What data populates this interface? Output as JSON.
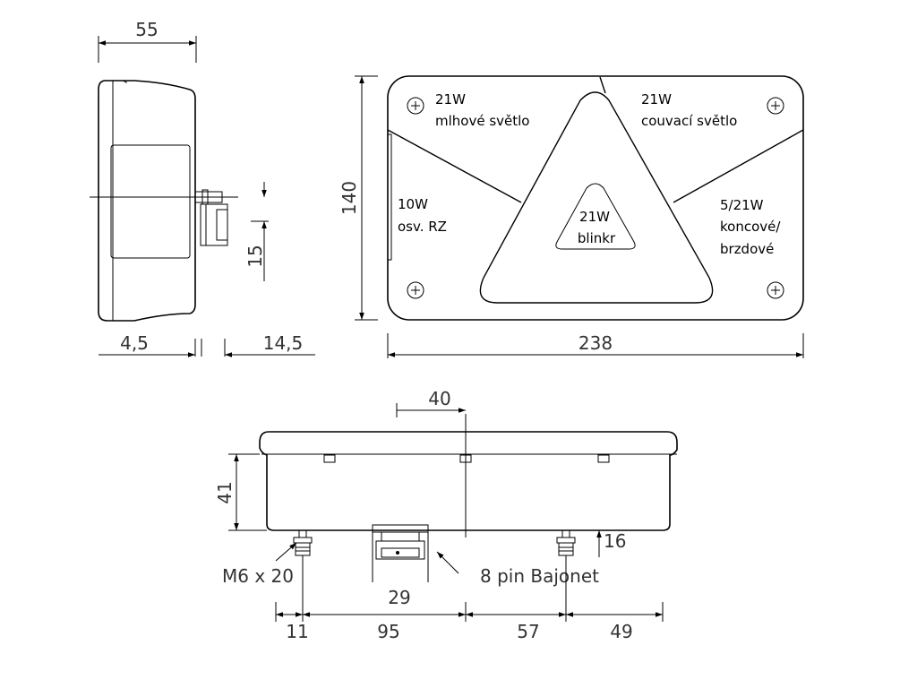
{
  "side_view": {
    "dims": {
      "width_top": "55",
      "left_bottom": "4,5",
      "right_bottom": "14,5",
      "connector_offset": "15"
    }
  },
  "front_view": {
    "dims": {
      "height": "140",
      "width": "238"
    },
    "zones": {
      "fog": {
        "watt": "21W",
        "name": "mlhové světlo"
      },
      "reverse": {
        "watt": "21W",
        "name": "couvací světlo"
      },
      "plate": {
        "watt": "10W",
        "name": "osv. RZ"
      },
      "tail": {
        "watt": "5/21W",
        "name_line1": "koncové/",
        "name_line2": "brzdové"
      },
      "indicator": {
        "watt": "21W",
        "name": "blinkr"
      }
    }
  },
  "bottom_view": {
    "dims": {
      "center_offset": "40",
      "height": "41",
      "stud_height": "16",
      "connector_width": "29",
      "seg1": "11",
      "seg2": "95",
      "seg3": "57",
      "seg4": "49"
    },
    "labels": {
      "stud": "M6 x 20",
      "connector": "8 pin Bajonet"
    }
  }
}
